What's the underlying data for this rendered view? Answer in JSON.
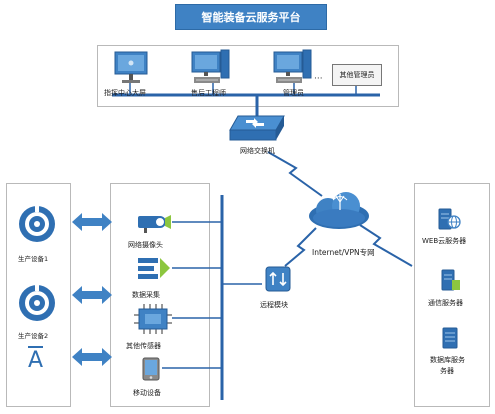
{
  "title": "智能装备云服务平台",
  "top_terminals": {
    "t1": "指挥中心大屏",
    "t2": "售后工程师",
    "t3": "管理员",
    "ellipsis": "···",
    "t4": "其他管理员"
  },
  "switch_label": "网络交换机",
  "cloud_label": "Internet/VPN专网",
  "remote_label": "远程模块",
  "left_devices": {
    "d1": "生产设备1",
    "d2": "生产设备2",
    "d3_symbol": "A"
  },
  "modules": {
    "camera": "网络摄像头",
    "collect": "数据采集",
    "sensor": "其他传感器",
    "mobile": "移动设备"
  },
  "servers": {
    "web": "WEB云服务器",
    "comm": "通信服务器",
    "db_line1": "数据库服务",
    "db_line2": "务器"
  },
  "colors": {
    "primary_blue": "#3f82c4",
    "line_blue": "#2a63a8",
    "panel_border": "#b9b9b9",
    "green": "#8cc63f"
  }
}
